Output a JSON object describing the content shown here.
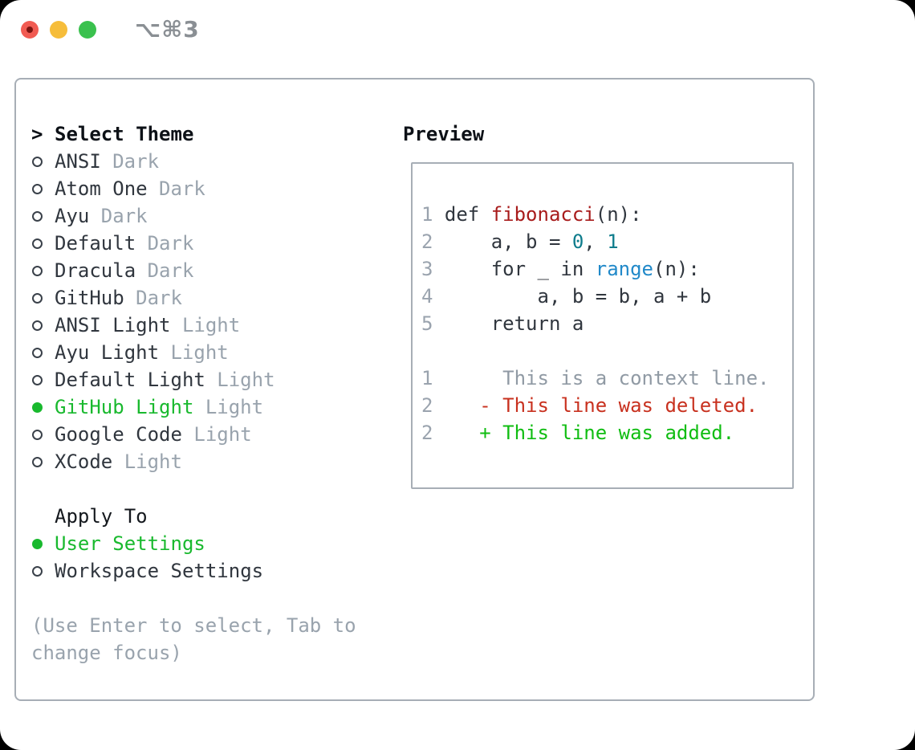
{
  "titlebar": {
    "shortcut": "⌥⌘3",
    "traffic_lights": [
      "close",
      "minimize",
      "zoom"
    ]
  },
  "colors": {
    "selection_green": "#19b92e",
    "added_green": "#10bd12",
    "deleted_red": "#c8311f",
    "function_red": "#a81c1c",
    "number_literal_teal": "#0e7c8c",
    "builtin_blue": "#2189c9",
    "muted_gray": "#99a3ad",
    "foreground": "#30363e",
    "border_gray": "#a7aeb6"
  },
  "theme_selector": {
    "prompt": ">",
    "header": "Select Theme",
    "themes": [
      {
        "name": "ANSI",
        "variant": "Dark",
        "selected": false
      },
      {
        "name": "Atom One",
        "variant": "Dark",
        "selected": false
      },
      {
        "name": "Ayu",
        "variant": "Dark",
        "selected": false
      },
      {
        "name": "Default",
        "variant": "Dark",
        "selected": false
      },
      {
        "name": "Dracula",
        "variant": "Dark",
        "selected": false
      },
      {
        "name": "GitHub",
        "variant": "Dark",
        "selected": false
      },
      {
        "name": "ANSI Light",
        "variant": "Light",
        "selected": false
      },
      {
        "name": "Ayu Light",
        "variant": "Light",
        "selected": false
      },
      {
        "name": "Default Light",
        "variant": "Light",
        "selected": false
      },
      {
        "name": "GitHub Light",
        "variant": "Light",
        "selected": true
      },
      {
        "name": "Google Code",
        "variant": "Light",
        "selected": false
      },
      {
        "name": "XCode",
        "variant": "Light",
        "selected": false
      }
    ],
    "apply_to": {
      "header": "Apply To",
      "options": [
        {
          "label": "User Settings",
          "selected": true
        },
        {
          "label": "Workspace Settings",
          "selected": false
        }
      ]
    },
    "hint_lines": [
      "(Use Enter to select, Tab to",
      "change focus)"
    ]
  },
  "preview": {
    "header": "Preview",
    "lines": [
      {
        "segments": [
          [
            "num",
            "1"
          ],
          [
            "fg",
            " def "
          ],
          [
            "func",
            "fibonacci"
          ],
          [
            "fg",
            "(n):"
          ]
        ]
      },
      {
        "segments": [
          [
            "num",
            "2"
          ],
          [
            "fg",
            "     a, b = "
          ],
          [
            "lit",
            "0"
          ],
          [
            "fg",
            ", "
          ],
          [
            "lit",
            "1"
          ]
        ]
      },
      {
        "segments": [
          [
            "num",
            "3"
          ],
          [
            "fg",
            "     for _ in "
          ],
          [
            "builtin",
            "range"
          ],
          [
            "fg",
            "(n):"
          ]
        ]
      },
      {
        "segments": [
          [
            "num",
            "4"
          ],
          [
            "fg",
            "         a, b = b, a + b"
          ]
        ]
      },
      {
        "segments": [
          [
            "num",
            "5"
          ],
          [
            "fg",
            "     return a"
          ]
        ]
      },
      {
        "segments": []
      },
      {
        "segments": [
          [
            "num",
            "1"
          ],
          [
            "ctx",
            "      This is a context line."
          ]
        ]
      },
      {
        "segments": [
          [
            "num",
            "2"
          ],
          [
            "fg",
            "    "
          ],
          [
            "del",
            "- This line was deleted."
          ]
        ]
      },
      {
        "segments": [
          [
            "num",
            "2"
          ],
          [
            "fg",
            "    "
          ],
          [
            "add",
            "+ This line was added."
          ]
        ]
      }
    ]
  }
}
